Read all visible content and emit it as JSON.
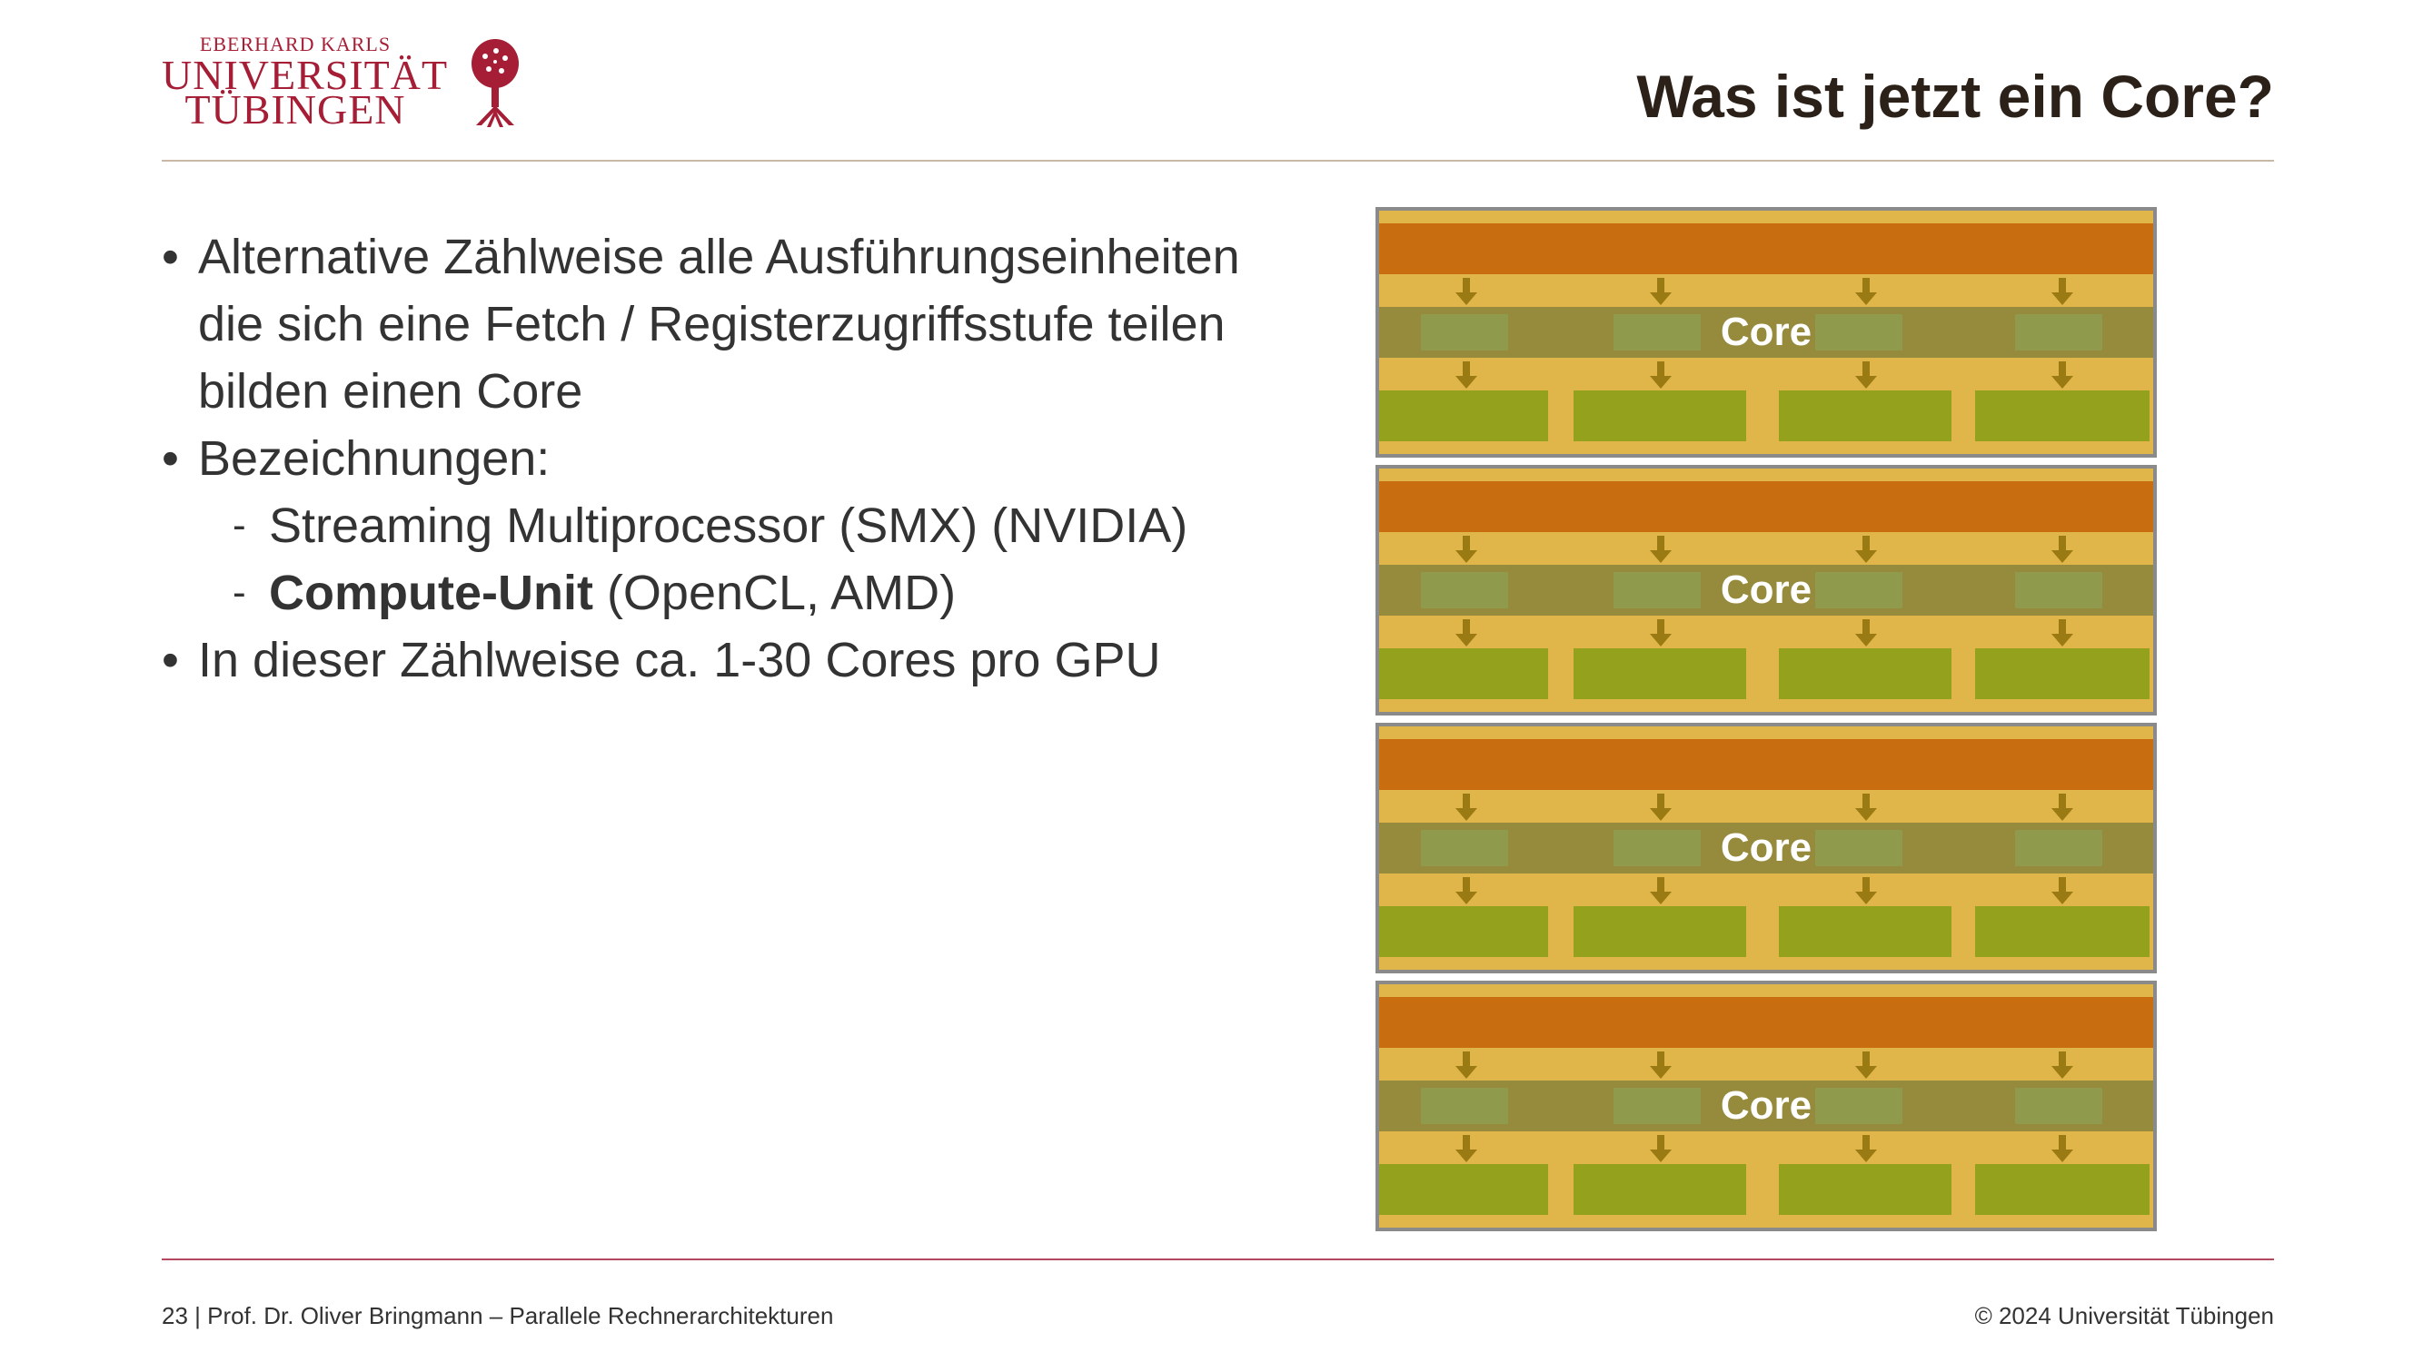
{
  "logo": {
    "line_top": "EBERHARD KARLS",
    "line1": "UNIVERSITÄT",
    "line2": "TÜBINGEN"
  },
  "slide": {
    "title": "Was ist jetzt ein Core?"
  },
  "bullets": {
    "b1_line1": "Alternative Zählweise alle Ausführungseinheiten",
    "b1_line2": "die sich eine Fetch / Registerzugriffsstufe teilen",
    "b1_line3": "bilden einen Core",
    "b2": "Bezeichnungen:",
    "b2_sub1": "Streaming Multiprocessor (SMX) (NVIDIA)",
    "b2_sub2_bold": "Compute-Unit",
    "b2_sub2_rest": " (OpenCL, AMD)",
    "b3": "In dieser Zählweise ca. 1-30 Cores pro GPU",
    "bullet_glyph": "•",
    "dash_glyph": "-"
  },
  "diagram": {
    "core_labels": [
      "Core",
      "Core",
      "Core",
      "Core"
    ],
    "colors": {
      "fetch": "#c86e10",
      "background": "#e0b54a",
      "register": "#968a3c",
      "execution": "#94a11c",
      "arrow": "#9a7a12",
      "border": "#8a8a8a"
    }
  },
  "footer": {
    "left": "23 | Prof. Dr. Oliver Bringmann – Parallele Rechnerarchitekturen",
    "right": "© 2024 Universität Tübingen"
  }
}
